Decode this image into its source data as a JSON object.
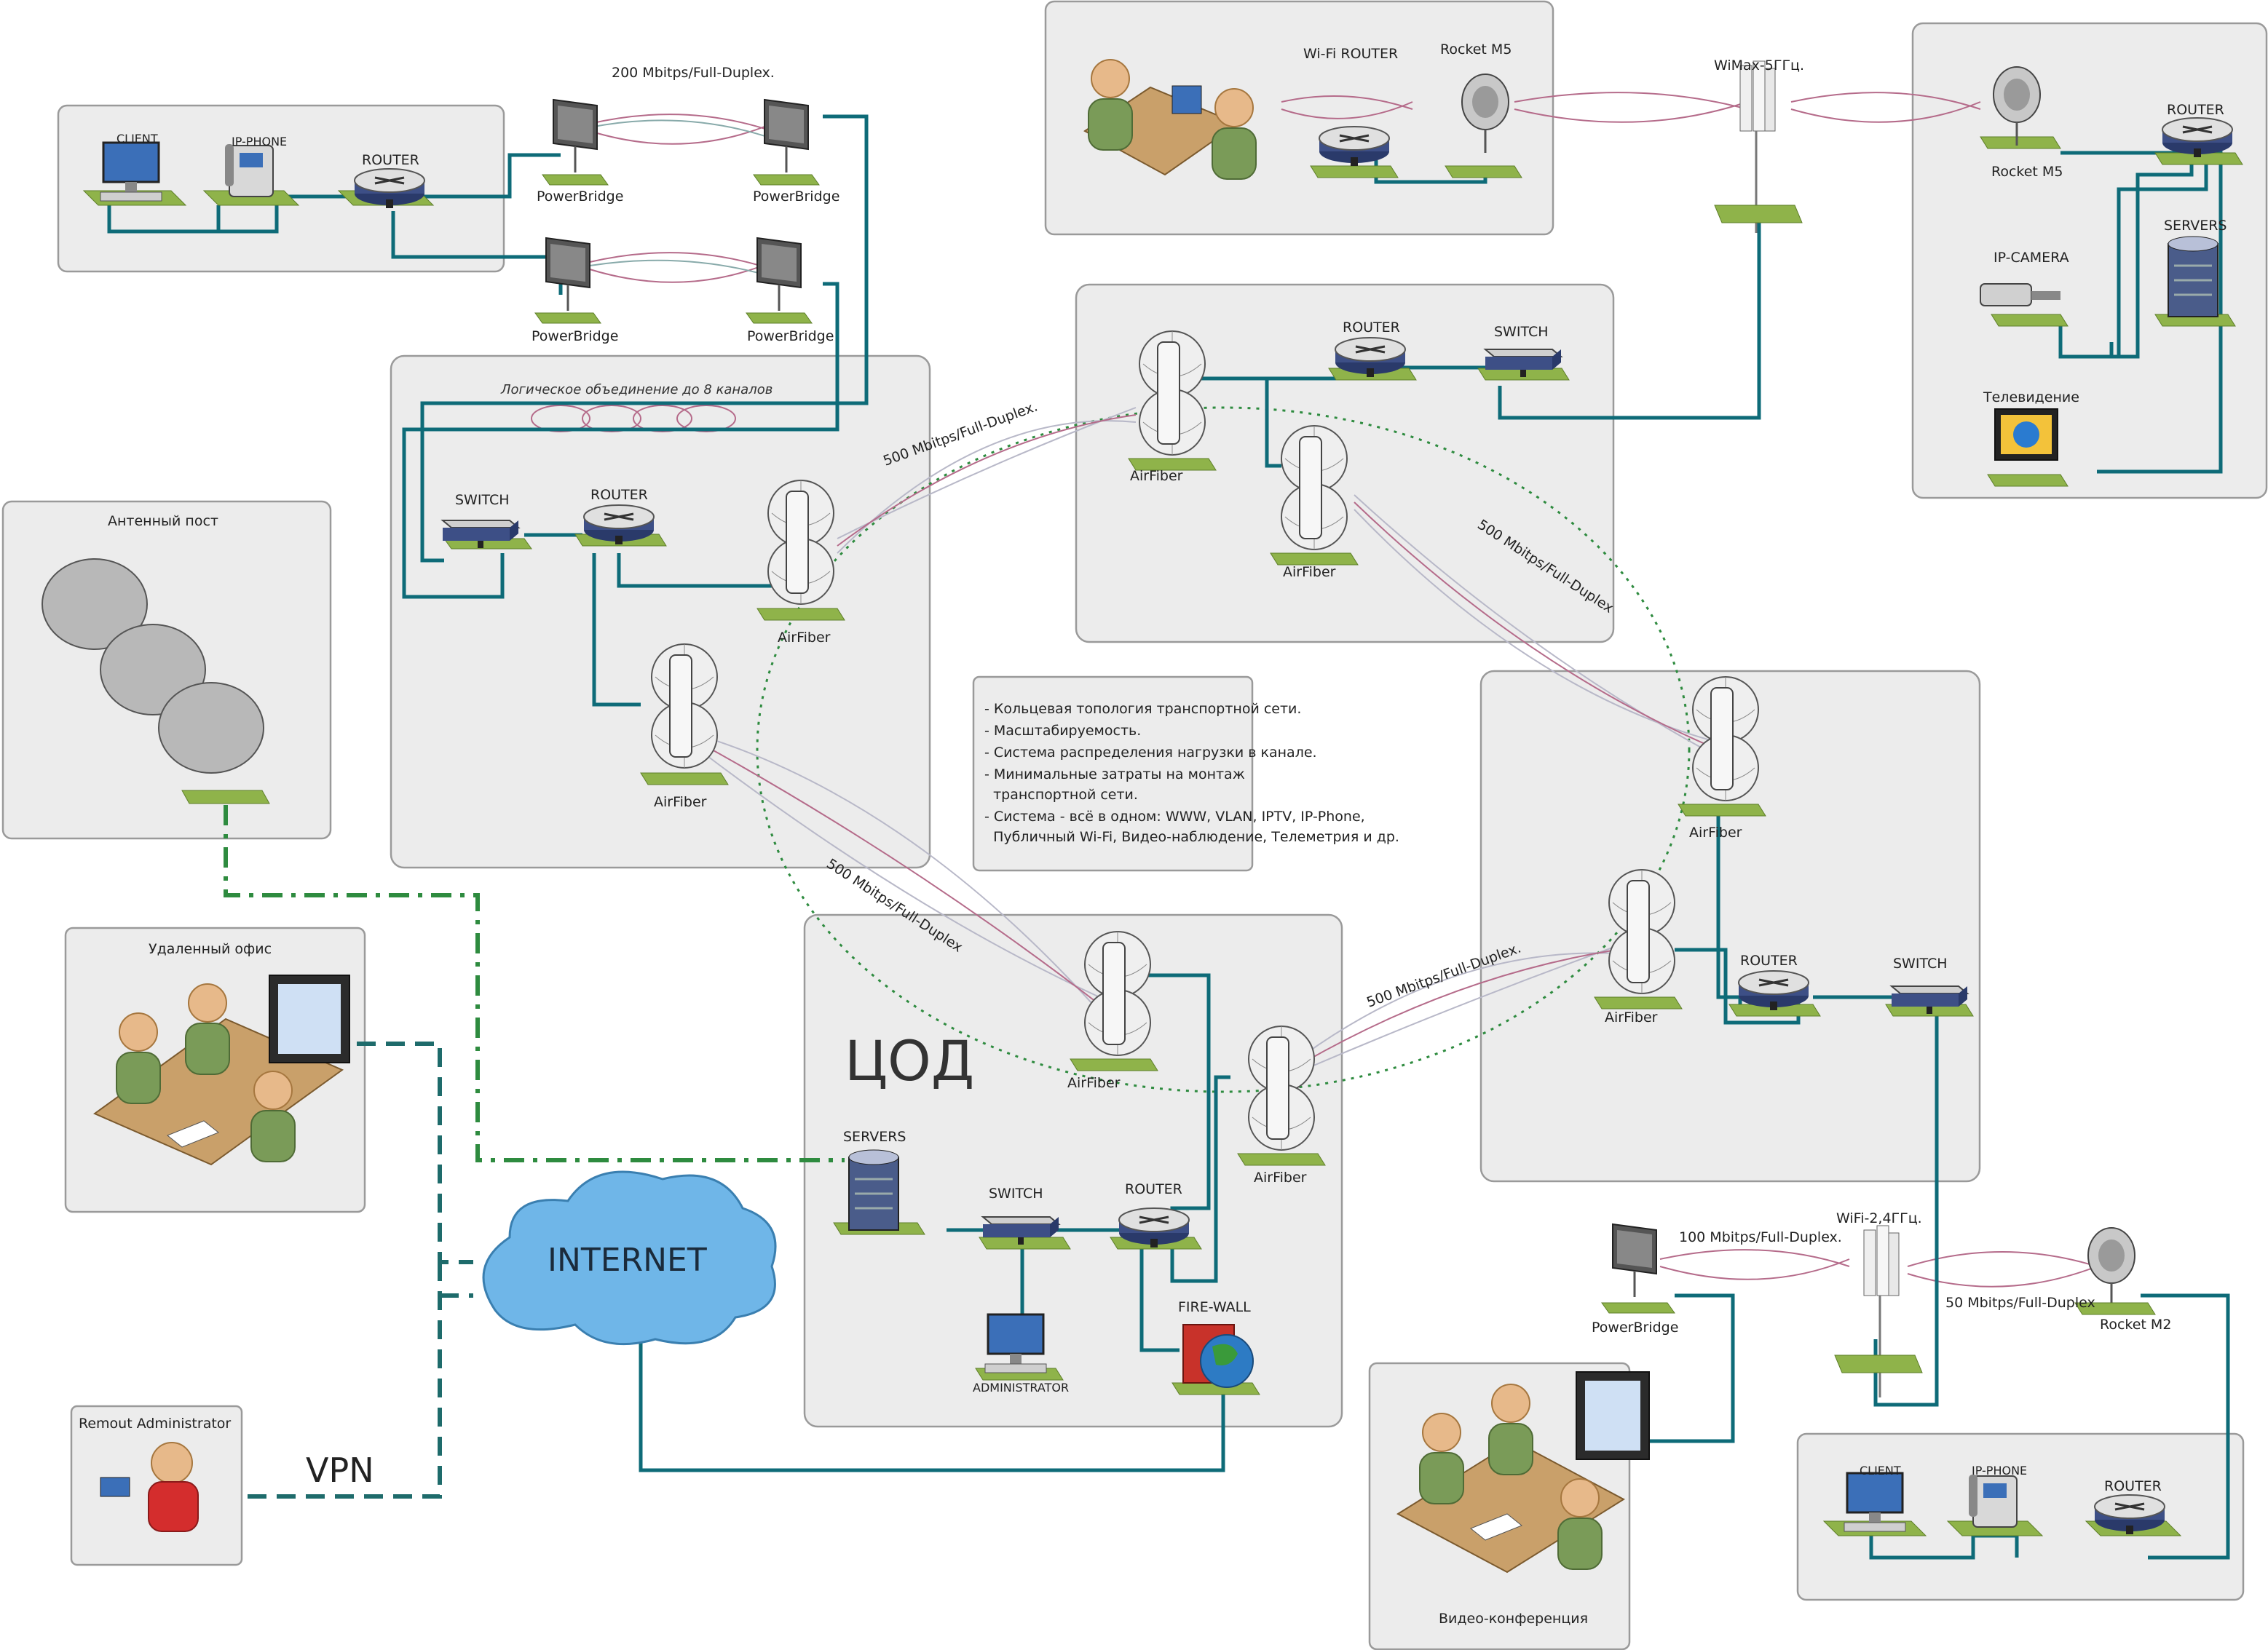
{
  "zones": {
    "left_client": {
      "client": "CLIENT",
      "ipphone": "IP-PHONE",
      "router": "ROUTER"
    },
    "powerbridge": {
      "speed": "200 Mbitps/Full-Duplex.",
      "label": "PowerBridge"
    },
    "logic_box": {
      "channels": "Логическое объединение до 8 каналов",
      "switch": "SWITCH",
      "router": "ROUTER",
      "airfiber": "AirFiber"
    },
    "antenna": {
      "title": "Антенный пост"
    },
    "remote_office": {
      "title": "Удаленный офис"
    },
    "remote_admin": {
      "title": "Remout Administrator",
      "vpn": "VPN"
    },
    "internet": {
      "label": "INTERNET"
    },
    "tsod": {
      "title": "ЦОД",
      "servers": "SERVERS",
      "switch": "SWITCH",
      "router": "ROUTER",
      "firewall": "FIRE-WALL",
      "admin": "ADMINISTRATOR",
      "airfiber": "AirFiber"
    },
    "top_office": {
      "wifi_router": "Wi-Fi ROUTER",
      "rocket": "Rocket M5"
    },
    "wimax": {
      "label": "WiMax-5ГГц."
    },
    "top_right": {
      "rocket": "Rocket M5",
      "router": "ROUTER",
      "servers": "SERVERS",
      "ipcam": "IP-CAMERA",
      "tv": "Телевидение"
    },
    "top_mid": {
      "airfiber": "AirFiber",
      "router": "ROUTER",
      "switch": "SWITCH"
    },
    "right_mid": {
      "airfiber": "AirFiber",
      "router": "ROUTER",
      "switch": "SWITCH"
    },
    "links": {
      "l1": "500 Mbitps/Full-Duplex.",
      "l2": "500 Mbitps/Full-Duplex",
      "l3": "500 Mbitps/Full-Duplex",
      "l4": "500 Mbitps/Full-Duplex."
    },
    "bottom": {
      "speed100": "100 Mbitps/Full-Duplex.",
      "wifi24": "WiFi-2,4ГГц.",
      "speed50": "50 Mbitps/Full-Duplex",
      "rocket_m2": "Rocket M2",
      "powerbridge": "PowerBridge",
      "video": "Видео-конференция",
      "client": "CLIENT",
      "ipphone": "IP-PHONE",
      "router": "ROUTER"
    }
  },
  "notes": [
    "- Кольцевая топология транспортной сети.",
    "- Масштабируемость.",
    "- Система распределения нагрузки в канале.",
    "- Минимальные затраты на монтаж",
    "  транспортной сети.",
    "- Система - всё в одном: WWW, VLAN, IPTV, IP-Phone,",
    "  Публичный Wi-Fi, Видео-наблюдение, Телеметрия и др."
  ],
  "colors": {
    "wire": "#0e6b78",
    "box": "#ececec",
    "pad": "#8fb34a",
    "ring": "#2e8b3f",
    "vpn": "#1e6b6b"
  }
}
